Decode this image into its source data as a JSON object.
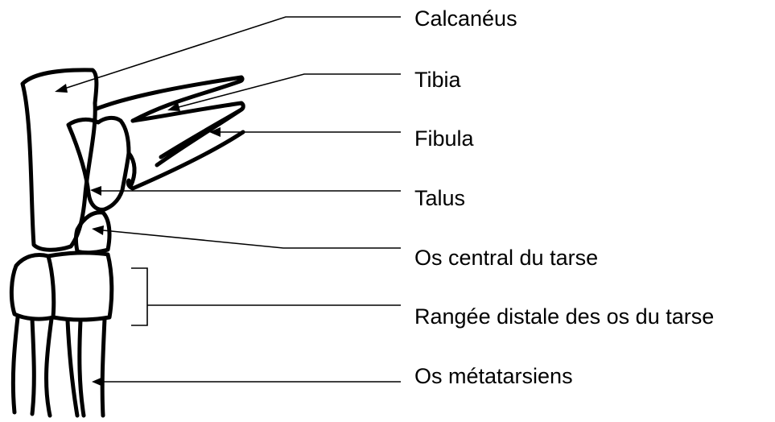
{
  "labels": {
    "calcaneus": "Calcanéus",
    "tibia": "Tibia",
    "fibula": "Fibula",
    "talus": "Talus",
    "central_tarsal": "Os central du tarse",
    "distal_tarsal_row": "Rangée distale des os du tarse",
    "metatarsals": "Os métatarsiens"
  },
  "colors": {
    "ink": "#000000",
    "background": "#ffffff"
  }
}
